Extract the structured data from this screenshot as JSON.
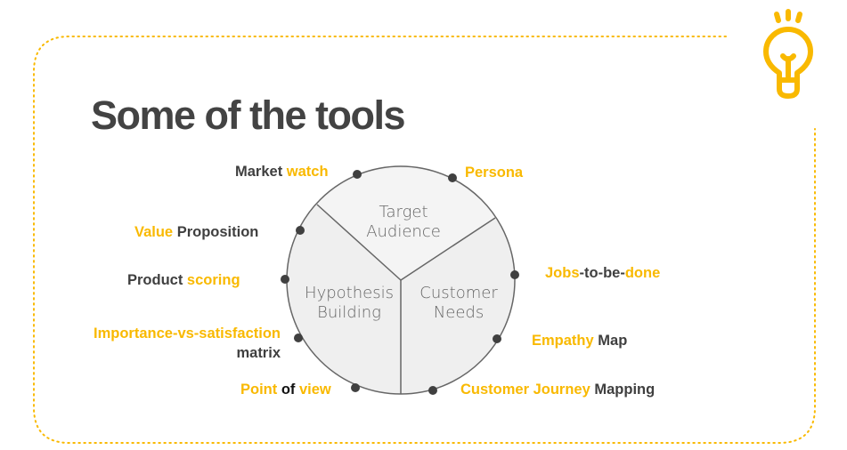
{
  "title": "Some of the tools",
  "colors": {
    "accent": "#f9b900",
    "dark": "#3f3f3f",
    "black": "#111111",
    "circle_fill": "#efefef"
  },
  "icon": "lightbulb-icon",
  "segments": [
    {
      "line1": "Target",
      "line2": "Audience"
    },
    {
      "line1": "Hypothesis",
      "line2": "Building"
    },
    {
      "line1": "Customer",
      "line2": "Needs"
    }
  ],
  "labels": [
    {
      "id": "market-watch",
      "parts": [
        {
          "t": "Market ",
          "c": "dark"
        },
        {
          "t": "watch",
          "c": "accent"
        }
      ]
    },
    {
      "id": "persona",
      "parts": [
        {
          "t": "Persona",
          "c": "accent"
        }
      ]
    },
    {
      "id": "value-proposition",
      "parts": [
        {
          "t": "Value ",
          "c": "accent"
        },
        {
          "t": "Proposition",
          "c": "dark"
        }
      ]
    },
    {
      "id": "product-scoring",
      "parts": [
        {
          "t": "Product ",
          "c": "dark"
        },
        {
          "t": "scoring",
          "c": "accent"
        }
      ]
    },
    {
      "id": "jobs-to-be-done",
      "parts": [
        {
          "t": "Jobs",
          "c": "accent"
        },
        {
          "t": "-to-be-",
          "c": "dark"
        },
        {
          "t": "done",
          "c": "accent"
        }
      ]
    },
    {
      "id": "importance-vs-satisfaction",
      "parts": [
        {
          "t": "Importance-vs-satisfaction",
          "c": "accent"
        },
        {
          "t": "matrix",
          "c": "dark",
          "br": true
        }
      ]
    },
    {
      "id": "empathy-map",
      "parts": [
        {
          "t": "Empathy ",
          "c": "accent"
        },
        {
          "t": "Map",
          "c": "dark"
        }
      ]
    },
    {
      "id": "point-of-view",
      "parts": [
        {
          "t": "Point ",
          "c": "accent"
        },
        {
          "t": "of ",
          "c": "black"
        },
        {
          "t": "view",
          "c": "accent"
        }
      ]
    },
    {
      "id": "customer-journey-mapping",
      "parts": [
        {
          "t": "Customer Journey ",
          "c": "accent"
        },
        {
          "t": "Mapping",
          "c": "dark"
        }
      ]
    }
  ]
}
